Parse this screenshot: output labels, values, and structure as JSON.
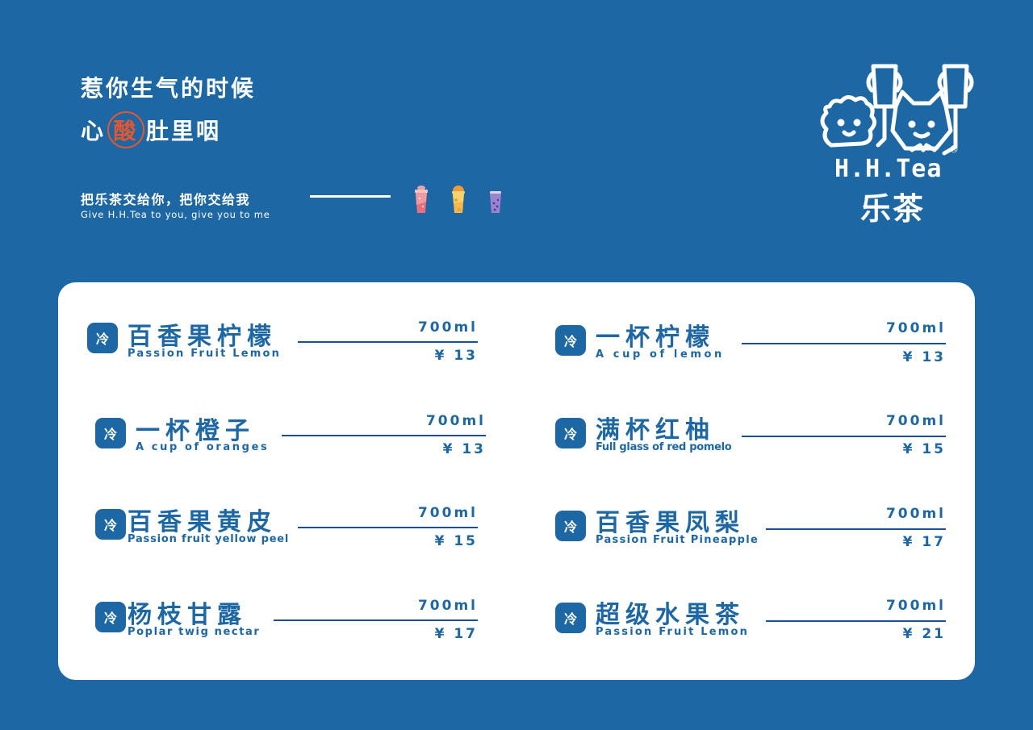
{
  "header": {
    "slogan_line1": "惹你生气的时候",
    "slogan_line2_pre": "心",
    "slogan_line2_highlight": "酸",
    "slogan_line2_post": "肚里咽",
    "tagline_cn": "把乐茶交给你，把你交给我",
    "tagline_en": "Give H.H.Tea to you, give you to me",
    "cups": [
      "strawberry-cup-icon",
      "orange-cup-icon",
      "taro-cup-icon"
    ]
  },
  "logo": {
    "brand_en": "H.H.Tea",
    "brand_cn": "乐茶",
    "registered": "®"
  },
  "colors": {
    "background": "#1d67a5",
    "accent": "#e4572e",
    "card": "#ffffff",
    "rule": "#1a4f96"
  },
  "menu": {
    "left": [
      {
        "badge": "冷",
        "name_cn": "百香果柠檬",
        "name_en": "Passion Fruit Lemon",
        "volume": "700ml",
        "price": "¥ 13"
      },
      {
        "badge": "冷",
        "name_cn": "一杯橙子",
        "name_en": "A cup of oranges",
        "volume": "700ml",
        "price": "¥ 13"
      },
      {
        "badge": "冷",
        "name_cn": "百香果黄皮",
        "name_en": "Passion fruit yellow peel",
        "volume": "700ml",
        "price": "¥ 15"
      },
      {
        "badge": "冷",
        "name_cn": "杨枝甘露",
        "name_en": "Poplar twig nectar",
        "volume": "700ml",
        "price": "¥ 17"
      }
    ],
    "right": [
      {
        "badge": "冷",
        "name_cn": "一杯柠檬",
        "name_en": "A cup of lemon",
        "volume": "700ml",
        "price": "¥ 13"
      },
      {
        "badge": "冷",
        "name_cn": "满杯红柚",
        "name_en": "Full glass of red pomelo",
        "volume": "700ml",
        "price": "¥ 15"
      },
      {
        "badge": "冷",
        "name_cn": "百香果凤梨",
        "name_en": "Passion Fruit Pineapple",
        "volume": "700ml",
        "price": "¥ 17"
      },
      {
        "badge": "冷",
        "name_cn": "超级水果茶",
        "name_en": "Passion Fruit Lemon",
        "volume": "700ml",
        "price": "¥ 21"
      }
    ]
  }
}
